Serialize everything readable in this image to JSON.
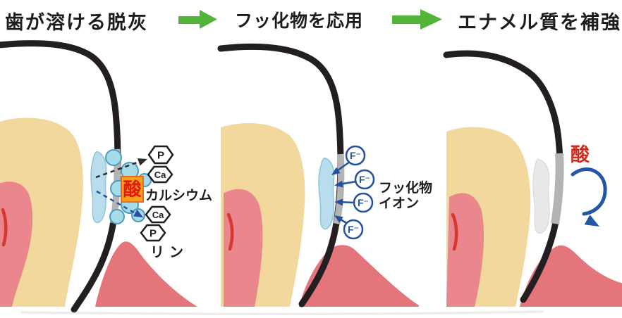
{
  "panels": [
    {
      "title": "歯が溶ける脱灰",
      "acid_label": "酸",
      "calcium_label": "カルシウム",
      "phosphorus_label": "リン",
      "symbol_p": "P",
      "symbol_ca": "Ca"
    },
    {
      "title": "フッ化物を応用",
      "ion_label_line1": "フッ化物",
      "ion_label_line2": "イオン",
      "symbol_f": "F⁻"
    },
    {
      "title": "エナメル質を補強",
      "acid_label": "酸"
    }
  ],
  "colors": {
    "dentin": "#f3d89e",
    "pulp": "#e9878c",
    "pulp_vessel": "#d4382e",
    "gum": "#e4757b",
    "enamel_outline": "#231f20",
    "weakened_enamel": "#b4b4b4",
    "demineralized_patch": "#b9dded",
    "restored_patch": "#e9e9e9",
    "mineral_bubble_fill": "#a6dbe9",
    "mineral_bubble_stroke": "#4d9cbb",
    "acid_box_bg": "#f6a11b",
    "acid_text": "#e2180c",
    "fluoride_blue": "#24519f",
    "deflect_arrow_blue": "#2456a8",
    "step_arrow_green": "#53b43a"
  }
}
